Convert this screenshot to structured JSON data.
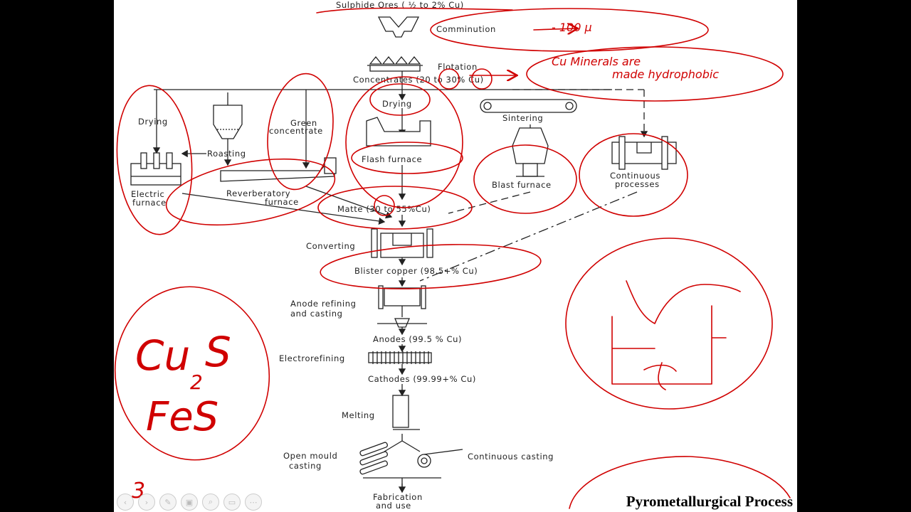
{
  "diagram": {
    "labels": {
      "ores": "Sulphide Ores ( ½ to 2% Cu)",
      "comminution": "Comminution",
      "flotation": "Flotation",
      "concentrates": "Concentrates (20 to 30% Cu)",
      "drying_left": "Drying",
      "roasting": "Roasting",
      "green_1": "Green",
      "green_2": "concentrate",
      "drying_flash": "Drying",
      "flash": "Flash furnace",
      "sintering": "Sintering",
      "blast": "Blast furnace",
      "continuous_1": "Continuous",
      "continuous_2": "processes",
      "electric_1": "Electric",
      "electric_2": "furnace",
      "reverb_1": "Reverberatory",
      "reverb_2": "furnace",
      "matte": "Matte (30 to 55%Cu)",
      "converting": "Converting",
      "blister": "Blister copper (98.5+% Cu)",
      "anode_ref_1": "Anode refining",
      "anode_ref_2": "and casting",
      "anodes": "Anodes (99.5 % Cu)",
      "electrorefining": "Electrorefining",
      "cathodes": "Cathodes (99.99+% Cu)",
      "melting": "Melting",
      "open_mould_1": "Open mould",
      "open_mould_2": "casting",
      "continuous_casting": "Continuous casting",
      "fabrication_1": "Fabrication",
      "fabrication_2": "and use"
    },
    "annotations": {
      "size": "- 100 μ",
      "hydro_1": "Cu Minerals are",
      "hydro_2": "made hydrophobic",
      "cu2s_1": "Cu",
      "cu2s_sub": "2",
      "cu2s_2": "S",
      "fes": "FeS",
      "three": "3."
    }
  },
  "slide": {
    "title": "Pyrometallurgical Process"
  },
  "toolbar": {
    "buttons": [
      {
        "glyph": "‹"
      },
      {
        "glyph": "›"
      },
      {
        "glyph": "✎"
      },
      {
        "glyph": "▣"
      },
      {
        "glyph": "⌕"
      },
      {
        "glyph": "▭"
      },
      {
        "glyph": "⋯"
      }
    ]
  }
}
